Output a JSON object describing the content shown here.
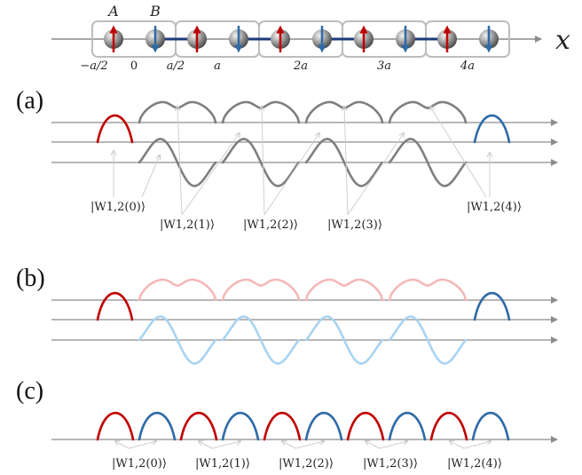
{
  "chain": {
    "axis_label": "x",
    "site_labels": {
      "a": "A",
      "b": "B"
    },
    "ticks": [
      "−a/2",
      "0",
      "a/2",
      "a",
      "2a",
      "3a",
      "4a"
    ]
  },
  "panels": {
    "a": {
      "label": "(a)"
    },
    "b": {
      "label": "(b)"
    },
    "c": {
      "label": "(c)"
    }
  },
  "ket_labels": [
    "|W1,2(0)⟩",
    "|W1,2(1)⟩",
    "|W1,2(2)⟩",
    "|W1,2(3)⟩",
    "|W1,2(4)⟩"
  ],
  "colors": {
    "red": "#c00000",
    "blue": "#2e6aa8",
    "gray": "#7f7f7f",
    "light_red": "#f4b8b8",
    "light_blue": "#a9d3f2",
    "axis": "#8c8c8c",
    "bond": "#1f3a7a"
  }
}
